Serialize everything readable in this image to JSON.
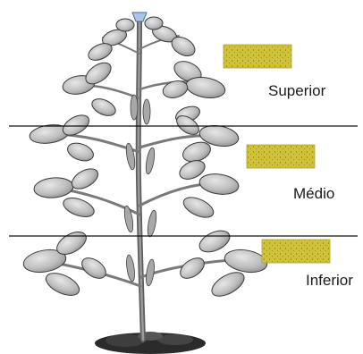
{
  "zones": [
    {
      "id": "superior",
      "label": "Superior"
    },
    {
      "id": "medio",
      "label": "Médio"
    },
    {
      "id": "inferior",
      "label": "Inferior"
    }
  ],
  "colors": {
    "divider": "#111111",
    "card_fill": "#cfc23a",
    "card_speck": "#6b6a1a",
    "leaf_fill": "#bdbdbd",
    "leaf_stroke": "#3a3a3a",
    "stem": "#6e6e6e",
    "soil": "#2b2b2b",
    "flower": "#a9c6e8"
  },
  "icons": [
    "soybean-plant-illustration",
    "sticky-trap-card"
  ]
}
